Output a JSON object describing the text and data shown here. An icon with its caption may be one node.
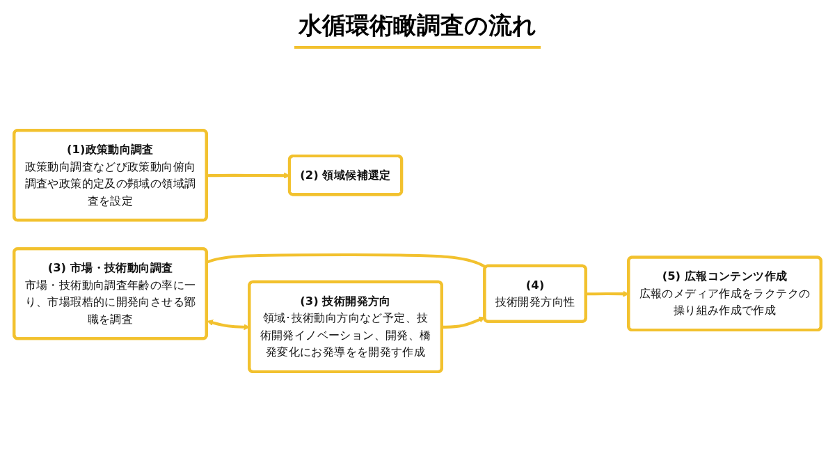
{
  "diagram": {
    "title": "水循環術瞰調査の流れ",
    "nodes": [
      {
        "text": [
          "(1)政策動向調査",
          "政策動向調査などび政策動向俯向調査や政策的定及の顭域の領域調査を設定"
        ]
      },
      {
        "text": [
          "(2) 領域候補選定"
        ]
      },
      {
        "text": [
          "(3) 市場・技術動向調査",
          "市場・技術動向調査年齢の率に一り、市場瑕梏的に開発向させる鄮職を調査"
        ]
      },
      {
        "text": [
          "(3) 技術開発方向",
          "領域･技術動向方向など予定、技術開発イノベーション、開発、橋発変化にお発導をを開発す作成"
        ]
      },
      {
        "text": [
          "(4)",
          "技術開発方向性"
        ]
      },
      {
        "text": [
          "(5) 広報コンテンツ作成",
          "広報のメディア作成をラクテクの操り組み作成で作成"
        ]
      }
    ],
    "edges": [
      {
        "from": 0,
        "to": 1,
        "arrow": "to"
      },
      {
        "from": 2,
        "to": 3,
        "arrow": "both"
      },
      {
        "from": 2,
        "to": 4,
        "arrow": "none"
      },
      {
        "from": 3,
        "to": 4,
        "arrow": "to"
      },
      {
        "from": 4,
        "to": 5,
        "arrow": "to"
      }
    ]
  }
}
